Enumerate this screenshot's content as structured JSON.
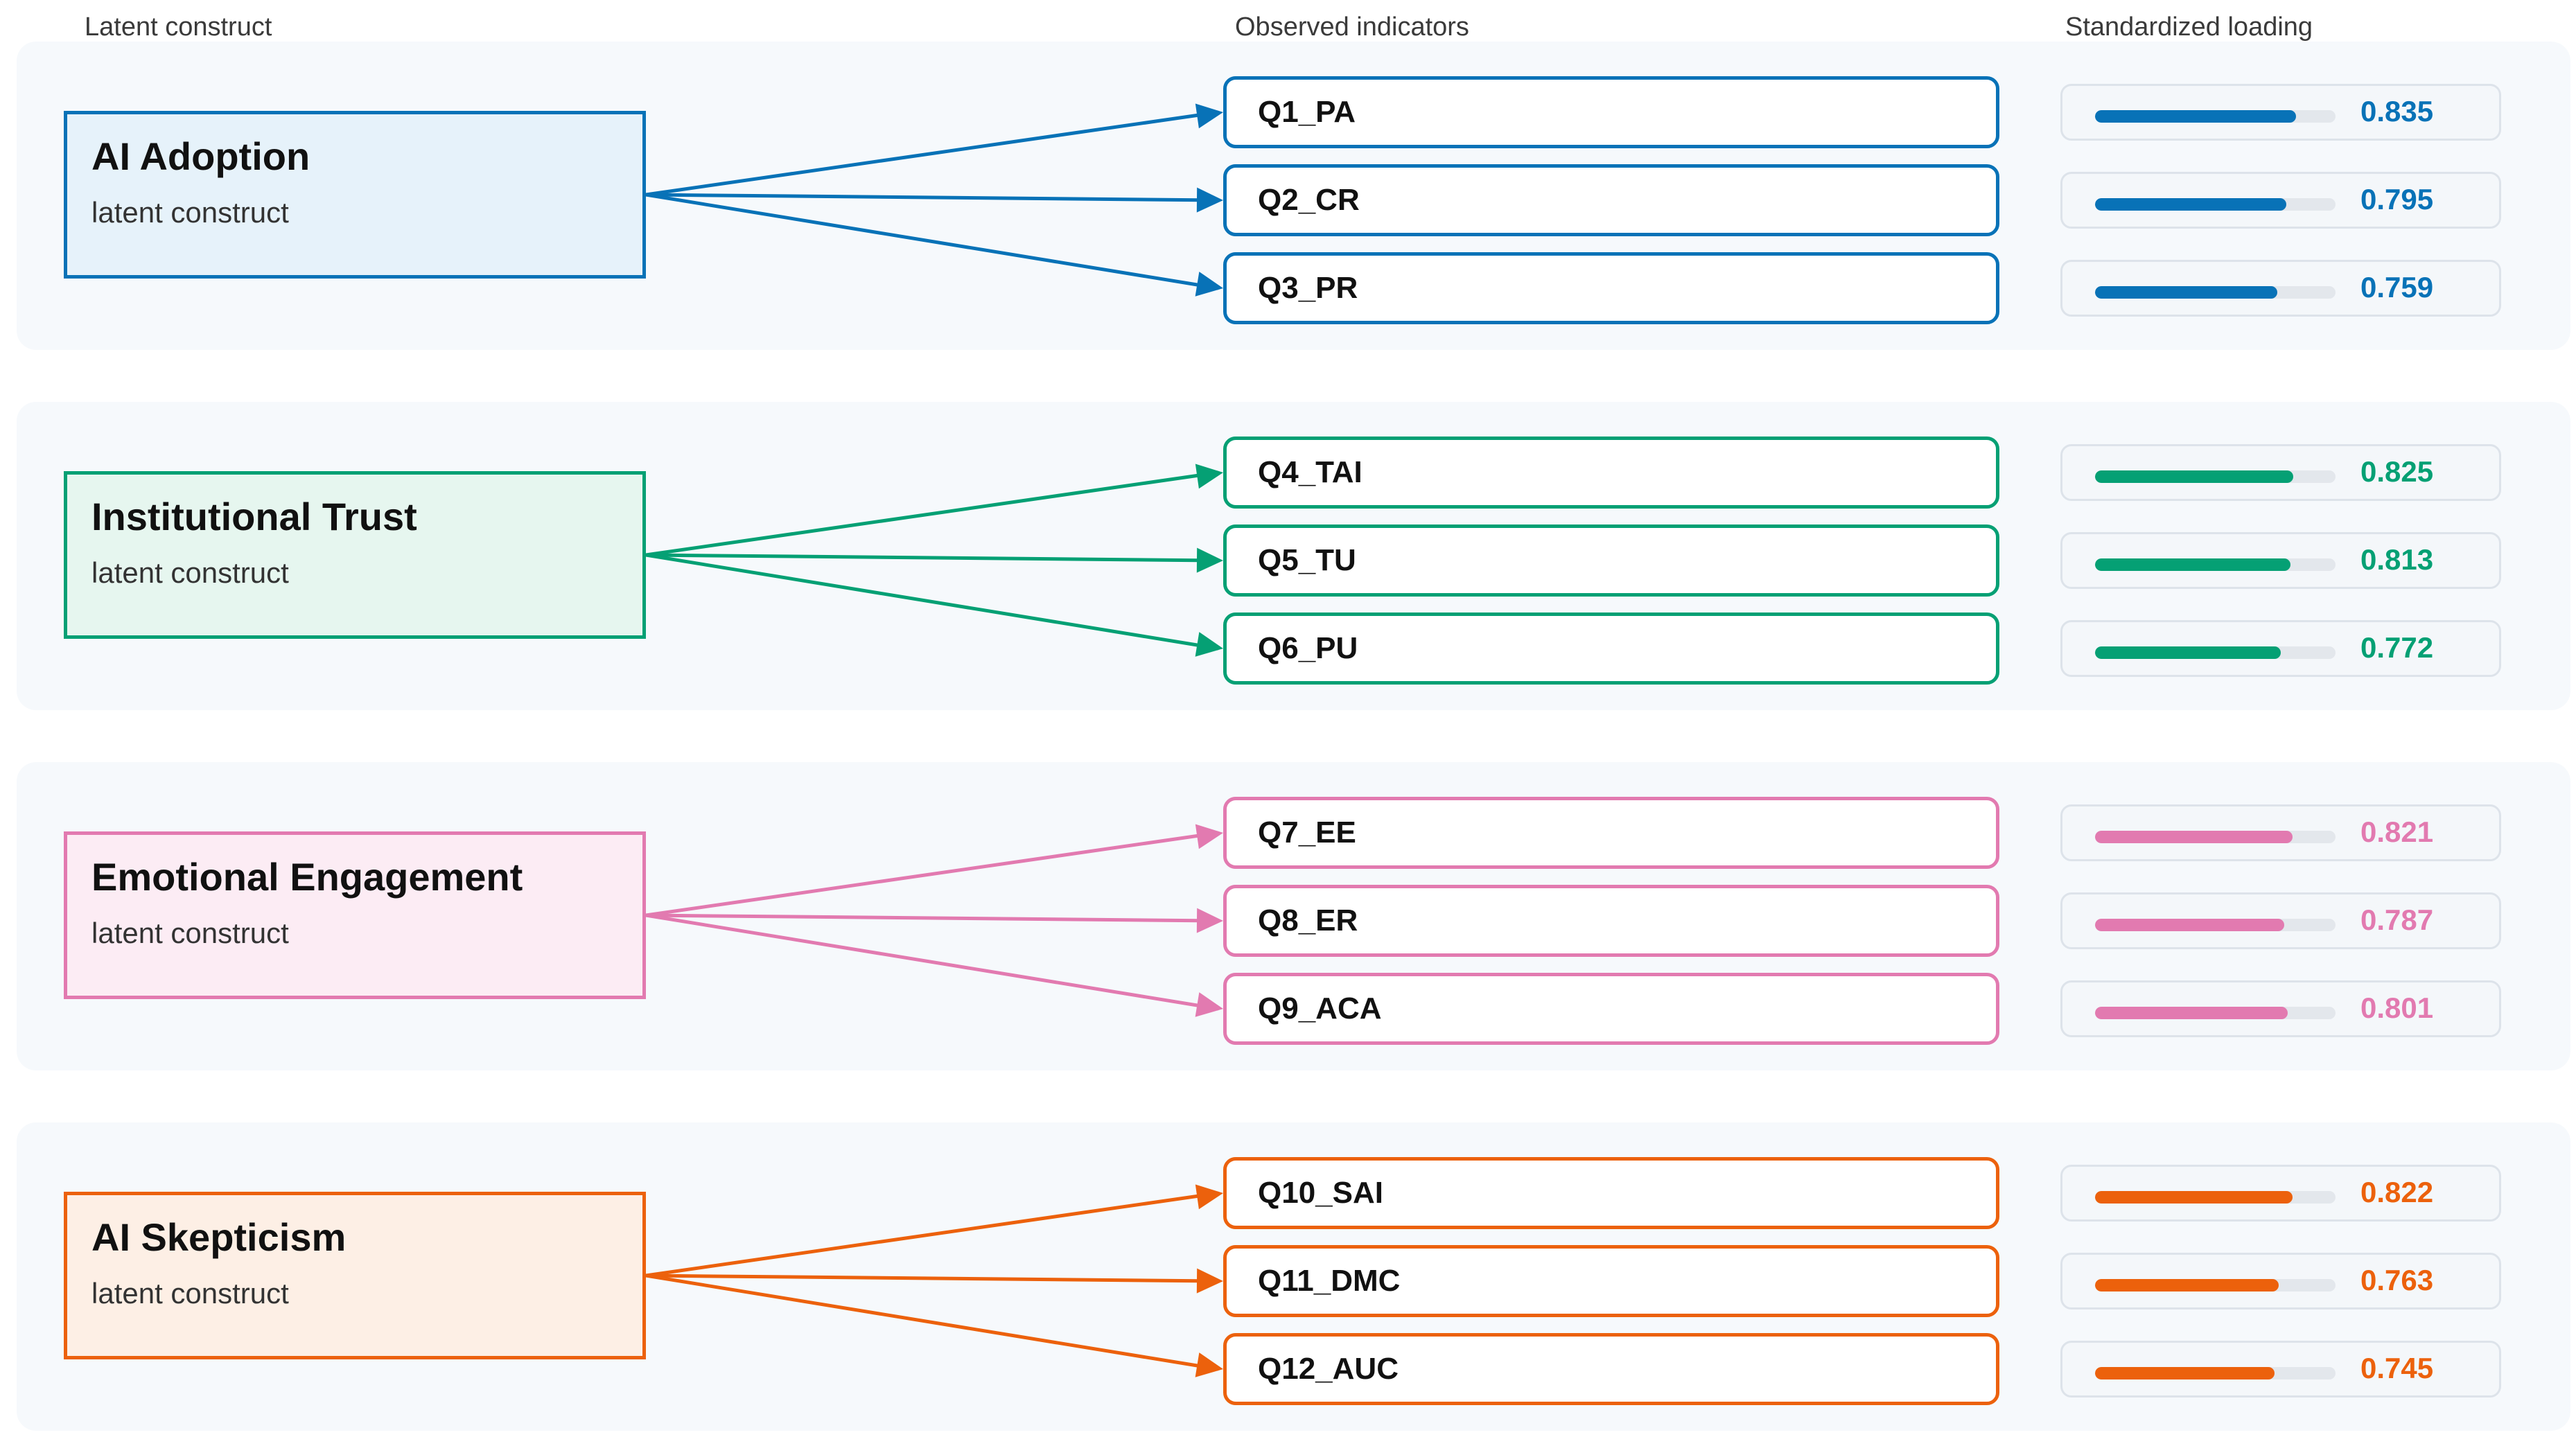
{
  "headers": {
    "latent": "Latent construct",
    "indicators": "Observed indicators",
    "loading": "Standardized loading"
  },
  "constructs": [
    {
      "name": "AI Adoption",
      "subtitle": "latent construct",
      "color": "#0872b7",
      "fill": "#e6f2fa",
      "indicators": [
        {
          "label": "Q1_PA",
          "loading": 0.835
        },
        {
          "label": "Q2_CR",
          "loading": 0.795
        },
        {
          "label": "Q3_PR",
          "loading": 0.759
        }
      ]
    },
    {
      "name": "Institutional Trust",
      "subtitle": "latent construct",
      "color": "#05a074",
      "fill": "#e6f6ef",
      "indicators": [
        {
          "label": "Q4_TAI",
          "loading": 0.825
        },
        {
          "label": "Q5_TU",
          "loading": 0.813
        },
        {
          "label": "Q6_PU",
          "loading": 0.772
        }
      ]
    },
    {
      "name": "Emotional Engagement",
      "subtitle": "latent construct",
      "color": "#e27ab0",
      "fill": "#fcecf4",
      "indicators": [
        {
          "label": "Q7_EE",
          "loading": 0.821
        },
        {
          "label": "Q8_ER",
          "loading": 0.787
        },
        {
          "label": "Q9_ACA",
          "loading": 0.801
        }
      ]
    },
    {
      "name": "AI Skepticism",
      "subtitle": "latent construct",
      "color": "#ec610c",
      "fill": "#fdefe5",
      "indicators": [
        {
          "label": "Q10_SAI",
          "loading": 0.822
        },
        {
          "label": "Q11_DMC",
          "loading": 0.763
        },
        {
          "label": "Q12_AUC",
          "loading": 0.745
        }
      ]
    }
  ]
}
